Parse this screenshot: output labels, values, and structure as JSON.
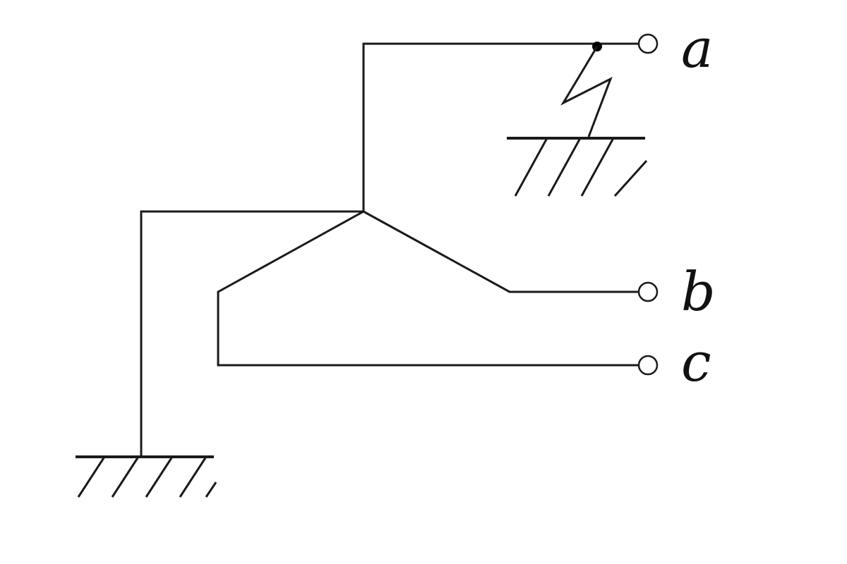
{
  "diagram": {
    "title": "",
    "terminals": [
      {
        "id": "a",
        "label": "a"
      },
      {
        "id": "b",
        "label": "b"
      },
      {
        "id": "c",
        "label": "c"
      }
    ],
    "fault": {
      "phase": "a",
      "type": "single line-to-ground",
      "symbol": "fault-zigzag-icon"
    },
    "grounds": [
      {
        "at": "neutral",
        "symbol": "ground-icon"
      },
      {
        "at": "fault",
        "symbol": "ground-icon"
      }
    ],
    "colors": {
      "line": "#1a1a1a",
      "background": "#ffffff"
    }
  }
}
